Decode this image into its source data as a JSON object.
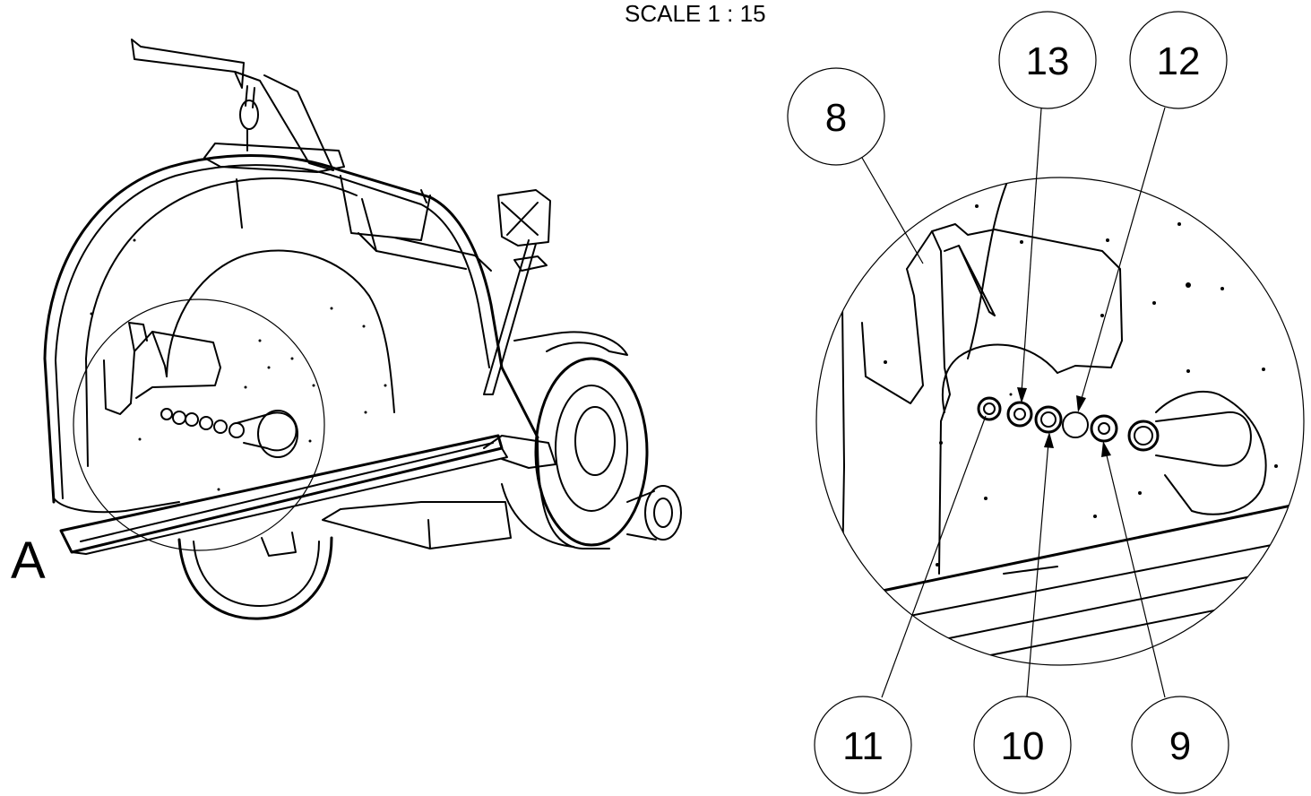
{
  "scale_label": "SCALE 1 : 15",
  "detail_label": "A",
  "balloons": [
    {
      "id": "b8",
      "label": "8"
    },
    {
      "id": "b13",
      "label": "13"
    },
    {
      "id": "b12",
      "label": "12"
    },
    {
      "id": "b11",
      "label": "11"
    },
    {
      "id": "b10",
      "label": "10"
    },
    {
      "id": "b9",
      "label": "9"
    }
  ]
}
